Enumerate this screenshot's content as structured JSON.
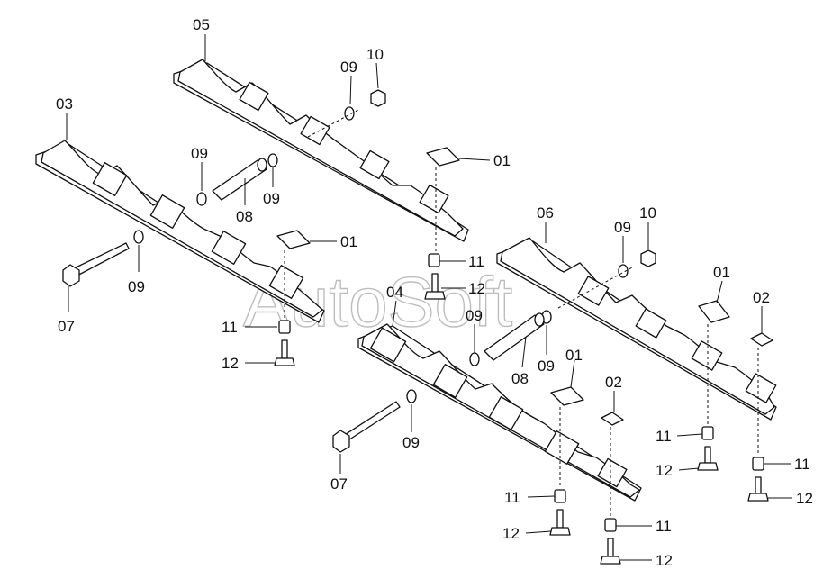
{
  "watermark": "AutoSoft",
  "labels": {
    "l05": "05",
    "l10a": "10",
    "l09a": "09",
    "l03": "03",
    "l09b": "09",
    "l01a": "01",
    "l08a": "08",
    "l09c": "09",
    "l01b": "01",
    "l07a": "07",
    "l09d": "09",
    "l11a": "11",
    "l12a": "12",
    "l11b": "11",
    "l12b": "12",
    "l06": "06",
    "l09e": "09",
    "l10b": "10",
    "l01c": "01",
    "l02a": "02",
    "l04": "04",
    "l09f": "09",
    "l08b": "08",
    "l09g": "09",
    "l01d": "01",
    "l02b": "02",
    "l09h": "09",
    "l07b": "07",
    "l11c": "11",
    "l12c": "12",
    "l11d": "11",
    "l12d": "12",
    "l11e": "11",
    "l12e": "12",
    "l11f": "11",
    "l12f": "12"
  }
}
